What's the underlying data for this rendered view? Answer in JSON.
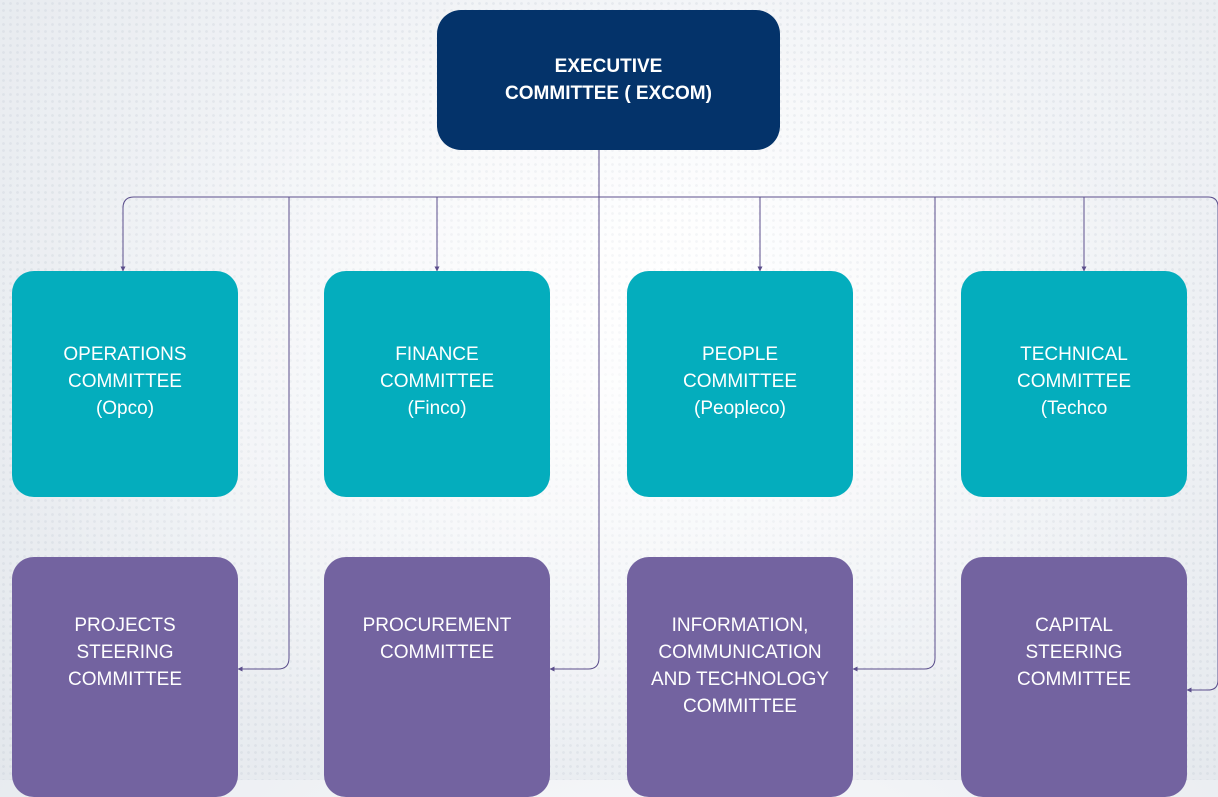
{
  "diagram": {
    "root": {
      "label": "EXECUTIVE\nCOMMITTEE ( EXCOM)",
      "color": "#04336a"
    },
    "committees": [
      {
        "label": "OPERATIONS\nCOMMITTEE\n(Opco)"
      },
      {
        "label": "FINANCE\nCOMMITTEE\n(Finco)"
      },
      {
        "label": "PEOPLE\nCOMMITTEE\n(Peopleco)"
      },
      {
        "label": "TECHNICAL\nCOMMITTEE\n(Techco"
      }
    ],
    "sub_committees": [
      {
        "label": "PROJECTS\nSTEERING\nCOMMITTEE"
      },
      {
        "label": "PROCUREMENT\nCOMMITTEE"
      },
      {
        "label": "INFORMATION,\nCOMMUNICATION\nAND TECHNOLOGY\nCOMMITTEE"
      },
      {
        "label": "CAPITAL\nSTEERING\nCOMMITTEE"
      }
    ],
    "colors": {
      "committee": "#04adbd",
      "sub_committee": "#7363a0",
      "connector": "#5b4e8c"
    }
  }
}
